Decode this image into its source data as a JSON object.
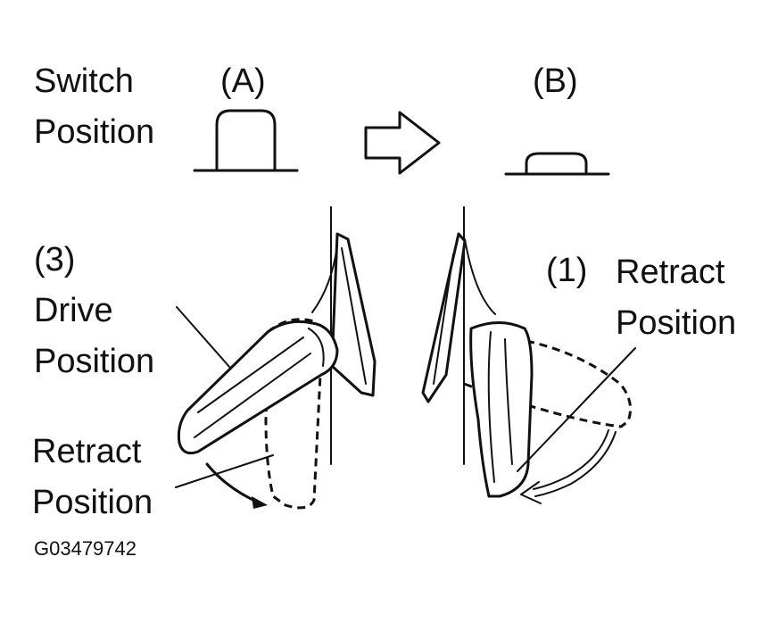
{
  "labels": {
    "switch_position": [
      "Switch",
      "Position"
    ],
    "switch_a": "(A)",
    "switch_b": "(B)",
    "item_3": "(3)",
    "drive_position": [
      "Drive",
      "Position"
    ],
    "retract_left": [
      "Retract",
      "Position"
    ],
    "item_1": "(1)",
    "retract_right": [
      "Retract",
      "Position"
    ],
    "figure_code": "G03479742"
  },
  "colors": {
    "ink": "#111111",
    "background": "#ffffff"
  }
}
